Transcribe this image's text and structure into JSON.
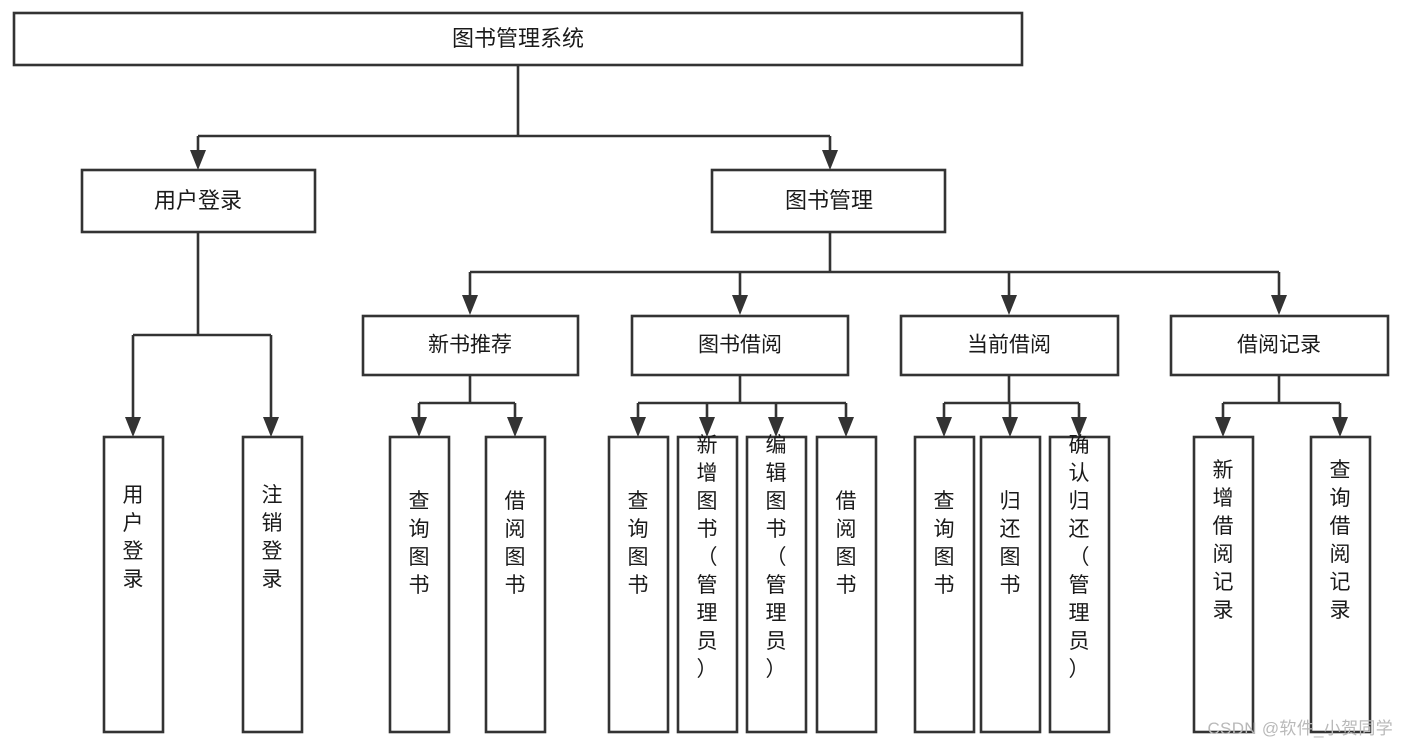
{
  "diagram": {
    "type": "tree-hierarchy-chart",
    "title": "图书管理系统",
    "background_color": "#ffffff",
    "box_stroke_color": "#333333",
    "text_color": "#1a1a1a",
    "root": {
      "label": "图书管理系统"
    },
    "level2": [
      {
        "id": "user-login",
        "label": "用户登录"
      },
      {
        "id": "book-management",
        "label": "图书管理"
      }
    ],
    "level3": [
      {
        "id": "new-book-recommend",
        "label": "新书推荐"
      },
      {
        "id": "book-borrow",
        "label": "图书借阅"
      },
      {
        "id": "current-borrow",
        "label": "当前借阅"
      },
      {
        "id": "borrow-record",
        "label": "借阅记录"
      }
    ],
    "leaves": {
      "user_login": [
        {
          "id": "leaf-user-login",
          "label": "用户登录"
        },
        {
          "id": "leaf-logout-login",
          "label": "注销登录"
        }
      ],
      "new_book_recommend": [
        {
          "id": "leaf-query-book-1",
          "label": "查询图书"
        },
        {
          "id": "leaf-borrow-book-1",
          "label": "借阅图书"
        }
      ],
      "book_borrow": [
        {
          "id": "leaf-query-book-2",
          "label": "查询图书"
        },
        {
          "id": "leaf-add-book",
          "label": "新增图书（管理员）"
        },
        {
          "id": "leaf-edit-book",
          "label": "编辑图书（管理员）"
        },
        {
          "id": "leaf-borrow-book-2",
          "label": "借阅图书"
        }
      ],
      "current_borrow": [
        {
          "id": "leaf-query-book-3",
          "label": "查询图书"
        },
        {
          "id": "leaf-return-book",
          "label": "归还图书"
        },
        {
          "id": "leaf-confirm-return",
          "label": "确认归还（管理员）"
        }
      ],
      "borrow_record": [
        {
          "id": "leaf-add-record",
          "label": "新增借阅记录"
        },
        {
          "id": "leaf-query-record",
          "label": "查询借阅记录"
        }
      ]
    }
  },
  "watermark": {
    "text": "CSDN @软件_小贺同学"
  }
}
